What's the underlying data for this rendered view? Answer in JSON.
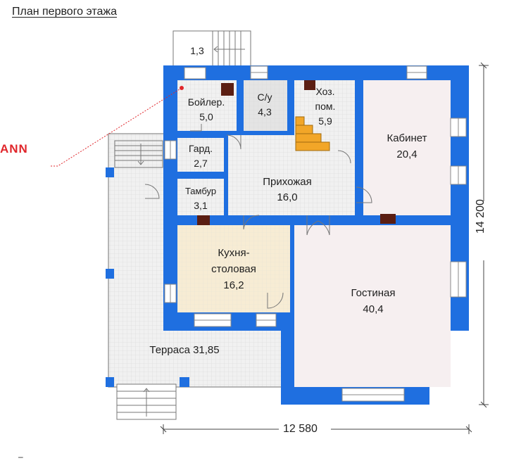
{
  "title": "План первого этажа",
  "brand": "ANN",
  "colors": {
    "wall": "#1f6fe0",
    "room": "#f1f1f1",
    "grid": "#d7d7d7",
    "kitchen": "#f7ecd4",
    "study": "#f6eff0",
    "bathroom": "#e4e4e4",
    "dark": "#5b1e12",
    "pointer": "#e0262b"
  },
  "rooms": {
    "stair_num": "1,3",
    "boiler": {
      "name": "Бойлер.",
      "area": "5,0"
    },
    "wc": {
      "name": "С/у",
      "area": "4,3"
    },
    "utility": {
      "name1": "Хоз.",
      "name2": "пом.",
      "area": "5,9"
    },
    "study": {
      "name": "Кабинет",
      "area": "20,4"
    },
    "wardrobe": {
      "name": "Гард.",
      "area": "2,7"
    },
    "vestibule": {
      "name": "Тамбур",
      "area": "3,1"
    },
    "hall": {
      "name": "Прихожая",
      "area": "16,0"
    },
    "kitchen": {
      "name1": "Кухня-",
      "name2": "столовая",
      "area": "16,2"
    },
    "living": {
      "name": "Гостиная",
      "area": "40,4"
    },
    "terrace": {
      "name": "Терраса 31,85"
    }
  },
  "dimensions": {
    "width": "12 580",
    "height": "14 200"
  },
  "footer": "–"
}
